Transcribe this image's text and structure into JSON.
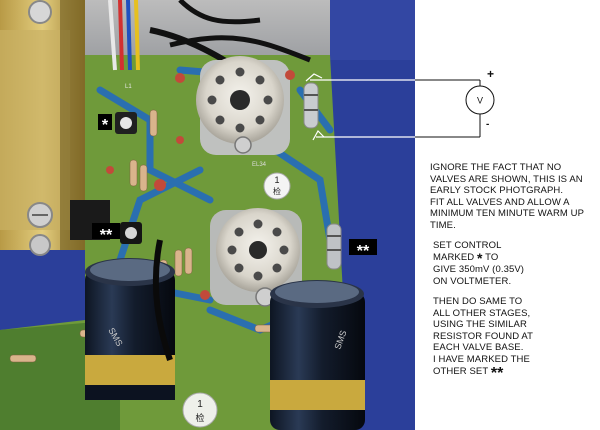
{
  "photo": {
    "silk_el34": "EL34",
    "silk_l1": "L1",
    "stamp_char": "检",
    "stamp_num": "1",
    "cap_brand": "SMS",
    "markers": {
      "single": "*",
      "double": "**"
    }
  },
  "meter": {
    "symbol": "V",
    "plus": "+",
    "minus": "-"
  },
  "notes": {
    "p1": "IGNORE THE FACT THAT NO\nVALVES ARE SHOWN, THIS IS AN\nEARLY STOCK PHOTGRAPH.\nFIT ALL VALVES AND ALLOW A\nMINIMUM TEN MINUTE WARM UP\nTIME.",
    "p2_before": "SET CONTROL\nMARKED ",
    "p2_star": "*",
    "p2_after": " TO\nGIVE 350mV (0.35V)\nON VOLTMETER.",
    "p3": "THEN DO SAME TO\nALL OTHER STAGES,\nUSING THE SIMILAR\nRESISTOR FOUND AT\nEACH VALVE BASE.\nI HAVE MARKED THE\nOTHER SET ",
    "p3_stars": "**"
  },
  "colors": {
    "pcb": "#6f9a3a",
    "trace": "#2a6fb0",
    "background_blue": "#2b3f9a"
  }
}
